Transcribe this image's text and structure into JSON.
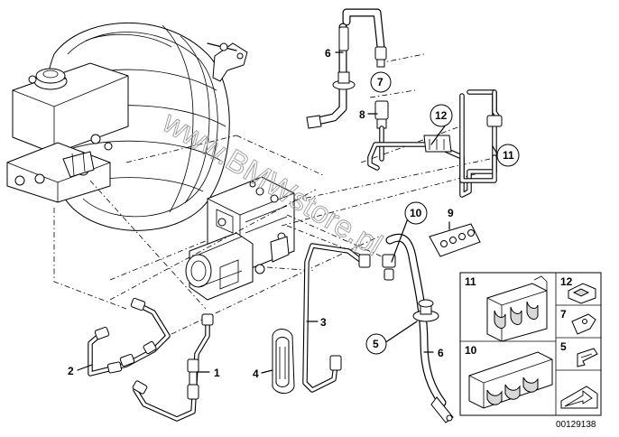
{
  "diagram": {
    "watermark": "www.BMWstore.pl",
    "image_number": "00129138",
    "callouts": [
      "1",
      "2",
      "3",
      "4",
      "5",
      "6",
      "6",
      "7",
      "8",
      "9",
      "10",
      "11",
      "12"
    ],
    "legend_labels": [
      "11",
      "12",
      "7",
      "10",
      "5"
    ]
  }
}
